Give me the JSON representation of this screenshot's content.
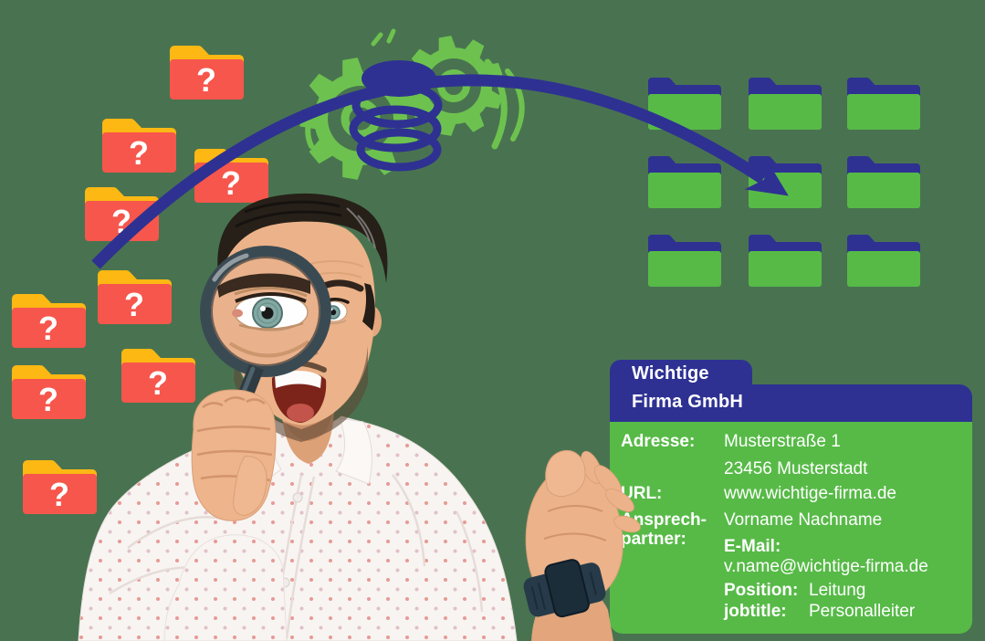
{
  "scene": {
    "background_color": "#497350",
    "description": "Illustration: unorganized question-mark folders are processed (gears + database) into organized folders; man looks through magnifying glass at a company data card"
  },
  "colors": {
    "navy": "#2e3192",
    "green": "#57ba47",
    "gear_green": "#6dc24f",
    "red": "#f6564c",
    "yellow": "#fdb813",
    "white": "#ffffff",
    "skin": "#ecb289",
    "shirt": "#f8f4f2",
    "watch": "#263a49",
    "magnifier_rim": "#3a4a53"
  },
  "left_folders": {
    "icon": "question-folder-icon",
    "question_mark": "?",
    "count": 9
  },
  "pipeline": {
    "gears_icon": "gears-icon",
    "database_icon": "database-icon",
    "arrow_icon": "transform-arrow-icon"
  },
  "right_folders": {
    "icon": "organized-folder-icon",
    "rows": 3,
    "columns": 3
  },
  "person": {
    "icon": "man-with-magnifying-glass-photo"
  },
  "card": {
    "company_name_line1": "Wichtige",
    "company_name_line2": "Firma GmbH",
    "address_label": "Adresse:",
    "address_line1": "Musterstraße 1",
    "address_line2": "23456 Musterstadt",
    "url_label": "URL:",
    "url_value": "www.wichtige-firma.de",
    "contact_label_line1": "Ansprech-",
    "contact_label_line2": "partner:",
    "contact_name": "Vorname Nachname",
    "email_label": "E-Mail:",
    "email_value": "v.name@wichtige-firma.de",
    "position_label": "Position:",
    "position_value": "Leitung",
    "jobtitle_label": "jobtitle:",
    "jobtitle_value": "Personalleiter"
  }
}
